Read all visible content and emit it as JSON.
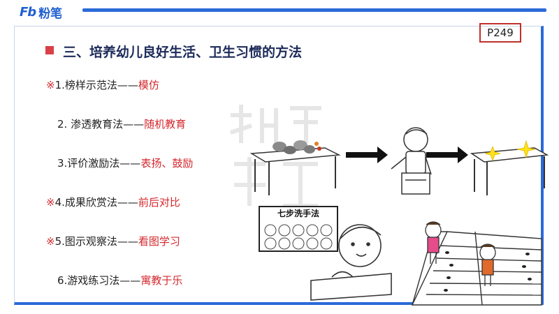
{
  "brand": {
    "mark": "Fb",
    "name": "粉笔"
  },
  "page_ref": "P249",
  "title": "三、培养幼儿良好生活、卫生习惯的方法",
  "methods": [
    {
      "mark": "※",
      "name": "1.榜样示范法——",
      "highlight": "模仿"
    },
    {
      "mark": "",
      "name": "2. 渗透教育法——",
      "highlight": "随机教育"
    },
    {
      "mark": "",
      "name": "3.评价激励法——",
      "highlight": "表扬、鼓励"
    },
    {
      "mark": "※",
      "name": "4.成果欣赏法——",
      "highlight": "前后对比"
    },
    {
      "mark": "※",
      "name": "5.图示观察法——",
      "highlight": "看图学习"
    },
    {
      "mark": "",
      "name": "6.游戏练习法——",
      "highlight": "寓教于乐"
    }
  ],
  "illustrations": {
    "handwash_sign": "七步洗手法"
  },
  "colors": {
    "accent_blue": "#2b6ad8",
    "accent_red": "#d4282e",
    "title_navy": "#1c2b5a"
  }
}
